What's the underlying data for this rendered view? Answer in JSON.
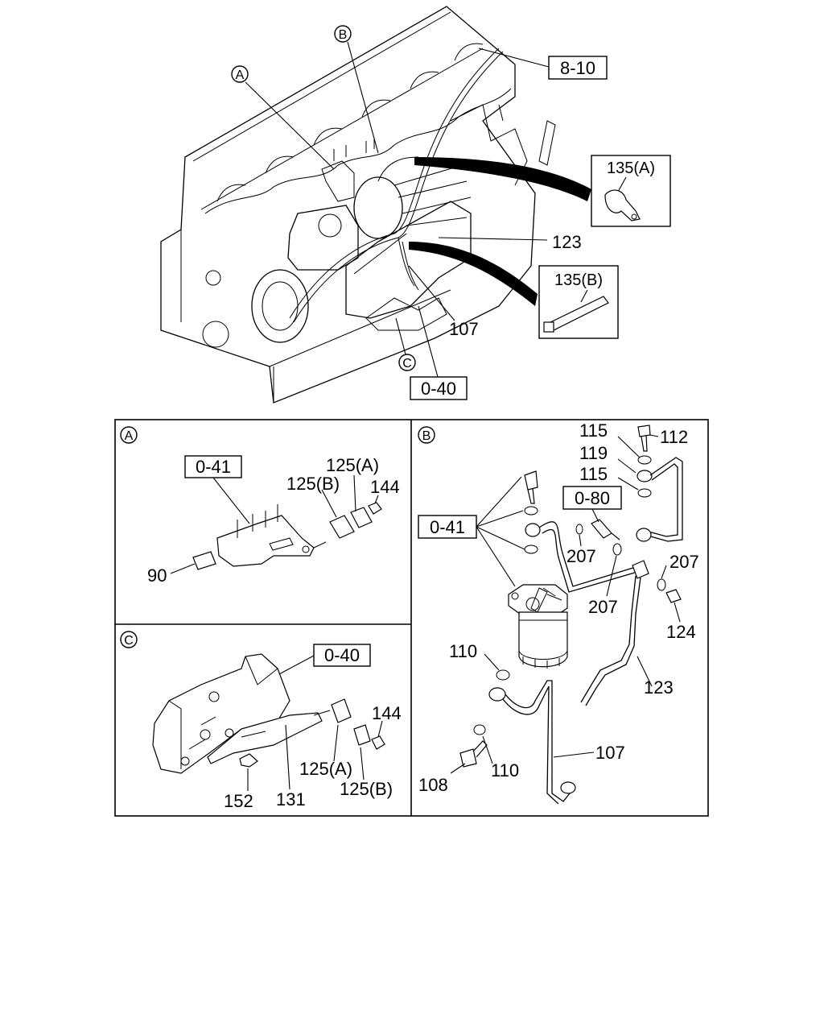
{
  "engine": {
    "callouts": {
      "a": "A",
      "b": "B",
      "c": "C"
    },
    "refs": {
      "r_8_10": "8-10",
      "r_0_40": "0-40"
    },
    "labels": {
      "p123": "123",
      "p107": "107"
    },
    "inset_clip": {
      "label": "135(A)"
    },
    "inset_tie": {
      "label": "135(B)"
    }
  },
  "detail_a": {
    "marker": "A",
    "refs": {
      "r_0_41": "0-41"
    },
    "labels": {
      "p125a": "125(A)",
      "p125b": "125(B)",
      "p144": "144",
      "p90": "90"
    }
  },
  "detail_c": {
    "marker": "C",
    "refs": {
      "r_0_40": "0-40"
    },
    "labels": {
      "p144": "144",
      "p125a": "125(A)",
      "p125b": "125(B)",
      "p152": "152",
      "p131": "131"
    }
  },
  "detail_b": {
    "marker": "B",
    "refs": {
      "r_0_41": "0-41",
      "r_0_80": "0-80"
    },
    "labels": {
      "p115_top": "115",
      "p112": "112",
      "p119": "119",
      "p115_mid": "115",
      "p207_left": "207",
      "p207_right": "207",
      "p207_mid": "207",
      "p124": "124",
      "p110_top": "110",
      "p123": "123",
      "p110_bottom": "110",
      "p107": "107",
      "p108": "108"
    }
  }
}
